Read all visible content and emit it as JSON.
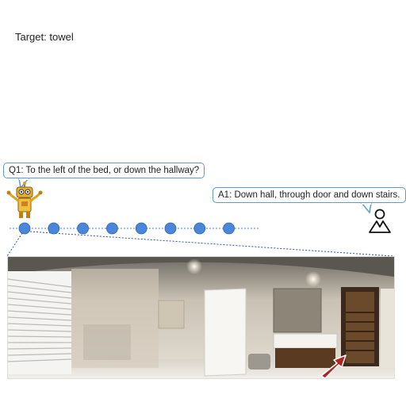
{
  "target": {
    "text": "Target: towel"
  },
  "question": {
    "text": "Q1: To the left of the bed, or down the hallway?"
  },
  "answer": {
    "text": "A1: Down hall, through door and down stairs."
  },
  "robot": {
    "icon": "robot-icon"
  },
  "person": {
    "icon": "person-icon"
  },
  "timeline": {
    "steps": 8,
    "color": "#4a86d9"
  },
  "panorama": {
    "scene": "bathroom-panorama-image",
    "arrow_color": "#b22222"
  }
}
